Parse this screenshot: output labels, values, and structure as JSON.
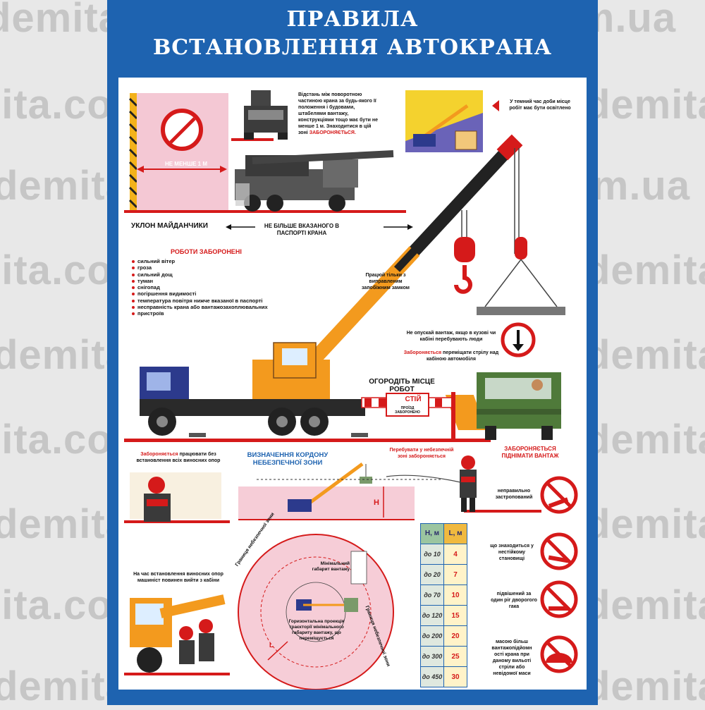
{
  "watermark": "demita.com.ua",
  "title": {
    "line1": "ПРАВИЛА",
    "line2": "ВСТАНОВЛЕННЯ АВТОКРАНА"
  },
  "distance_rule": {
    "text": "Відстань між поворотною частиною крана за будь-якого її положення і будовами, штабелями вантажу, конструкціями тощо має бути не менше 1 м. Знаходитися в цій зоні",
    "forbidden": "ЗАБОРОНЯЄТЬСЯ.",
    "min_label": "НЕ МЕНШЕ 1 М"
  },
  "night_rule": "У темний час доби місце робіт має бути освітлено",
  "slope": {
    "label": "УКЛОН МАЙДАНЧИКИ",
    "limit": "НЕ БІЛЬШЕ ВКАЗАНОГО В ПАСПОРТІ КРАНА"
  },
  "forbidden_work": {
    "heading": "РОБОТИ ЗАБОРОНЕНІ",
    "items": [
      "сильний вітер",
      "гроза",
      "сильний дощ",
      "туман",
      "снігопад",
      "погіршення видимості",
      "температура повітря нижче вказаної в паспорті",
      "несправність крана або вантажозахоплювальних",
      "пристроїв"
    ]
  },
  "hook_rule": "Працюй тільки з виправленим запобіжним замком",
  "load_cabin_rule": {
    "text": "Не опускай вантаж, якщо в кузові чи кабіні перебувають люди",
    "forbidden_word": "Забороняється",
    "rest": "переміщати стрілу над кабіною автомобіля"
  },
  "fence": {
    "label": "ОГОРОДІТЬ МІСЦЕ РОБОТ",
    "sign": "СТІЙ",
    "sign_sub": "ПРОЇЗД ЗАБОРОНЕНО"
  },
  "outriggers_rule": {
    "forbidden_word": "Забороняється",
    "rest": "працювати без встановлення всіх виносних опор"
  },
  "operator_rule": "На час встановлення виносних опор машиніст повинен вийти з кабіни",
  "danger_zone": {
    "heading": "ВИЗНАЧЕННЯ КОРДОНУ НЕБЕЗПЕЧНОЇ ЗОНИ",
    "stay_forbidden": "Перебувати у небезпечній зоні забороняється",
    "h_label": "Н",
    "l_label": "L",
    "min_gabarit": "Мінімальний габарит вантажу",
    "projection": "Горизонтальна проекція траєкторії мінімального габариту вантажу, що переміщується",
    "border_label": "Границя небезпечної зони"
  },
  "hl_table": {
    "header_h": "Н, м",
    "header_l": "L, м",
    "rows": [
      {
        "h": "до 10",
        "l": "4"
      },
      {
        "h": "до 20",
        "l": "7"
      },
      {
        "h": "до 70",
        "l": "10"
      },
      {
        "h": "до 120",
        "l": "15"
      },
      {
        "h": "до 200",
        "l": "20"
      },
      {
        "h": "до 300",
        "l": "25"
      },
      {
        "h": "до 450",
        "l": "30"
      }
    ]
  },
  "lift_forbidden": {
    "heading": "ЗАБОРОНЯЄТЬСЯ ПІДНІМАТИ ВАНТАЖ",
    "items": [
      "неправильно застропований",
      "що знаходиться у нестійкому становищі",
      "підвішений за один ріг дворогого гака",
      "масою більш вантажопідйомн ості крана при даному вильоті стріли або невідомої маси"
    ]
  },
  "colors": {
    "poster_blue": "#1e63b0",
    "accent_red": "#d51a1a",
    "crane_orange": "#f39a1e",
    "truck_blue": "#2c3a8c",
    "truck_green": "#4f7a3a",
    "zone_pink": "#f6cdd7"
  }
}
